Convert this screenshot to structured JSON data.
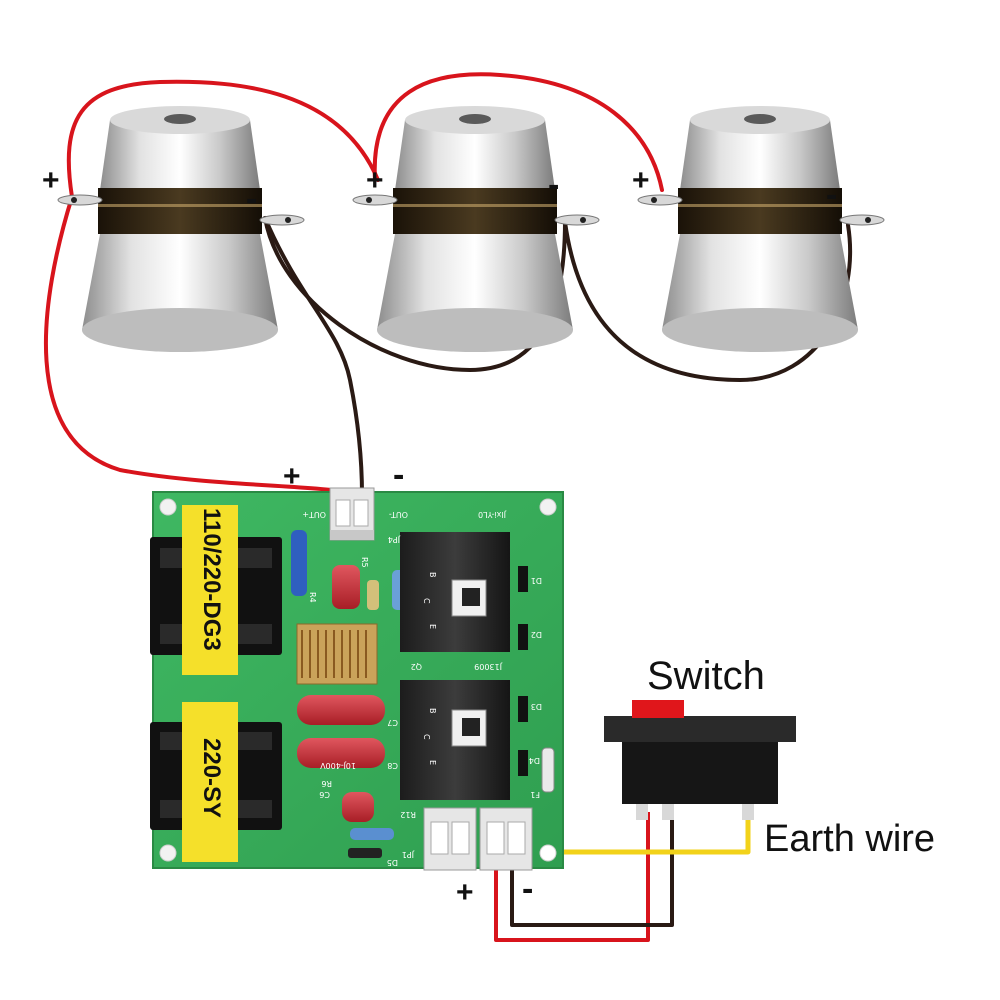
{
  "labels": {
    "switch": "Switch",
    "earth_wire": "Earth wire"
  },
  "transducers": [
    {
      "plus": "+",
      "minus": "-"
    },
    {
      "plus": "+",
      "minus": "-"
    },
    {
      "plus": "+",
      "minus": "-"
    }
  ],
  "board": {
    "out_plus": "+",
    "out_minus": "-",
    "in_plus": "+",
    "in_minus": "-",
    "transformer_top": "110/220-DG3",
    "transformer_bottom": "220-SY",
    "silk_out_plus": "OUT+",
    "silk_out_minus": "OUT-",
    "silk_version": "Jlxi-YL0",
    "silk_jp4": "JP4",
    "silk_jp1": "JP1",
    "silk_d5": "D5",
    "silk_r4": "R4",
    "silk_r5": "R5",
    "silk_r12": "R12",
    "silk_r6": "R6",
    "silk_c6": "C6",
    "silk_c7": "C7",
    "silk_c8": "C8",
    "silk_q2": "Q2",
    "silk_d1": "D1",
    "silk_d2": "D2",
    "silk_d3": "D3",
    "silk_d4": "D4",
    "silk_f1": "F1",
    "silk_cap_value": "10J-400V",
    "silk_transistor": "J13009",
    "silk_b": "B",
    "silk_c": "C",
    "silk_e": "E"
  },
  "colors": {
    "positive_wire": "#d8141c",
    "negative_wire": "#2a1a14",
    "earth_wire": "#f2d21a",
    "pcb": "#38b05a",
    "transformer_label": "#f5e02a",
    "switch_button": "#e0161b"
  }
}
